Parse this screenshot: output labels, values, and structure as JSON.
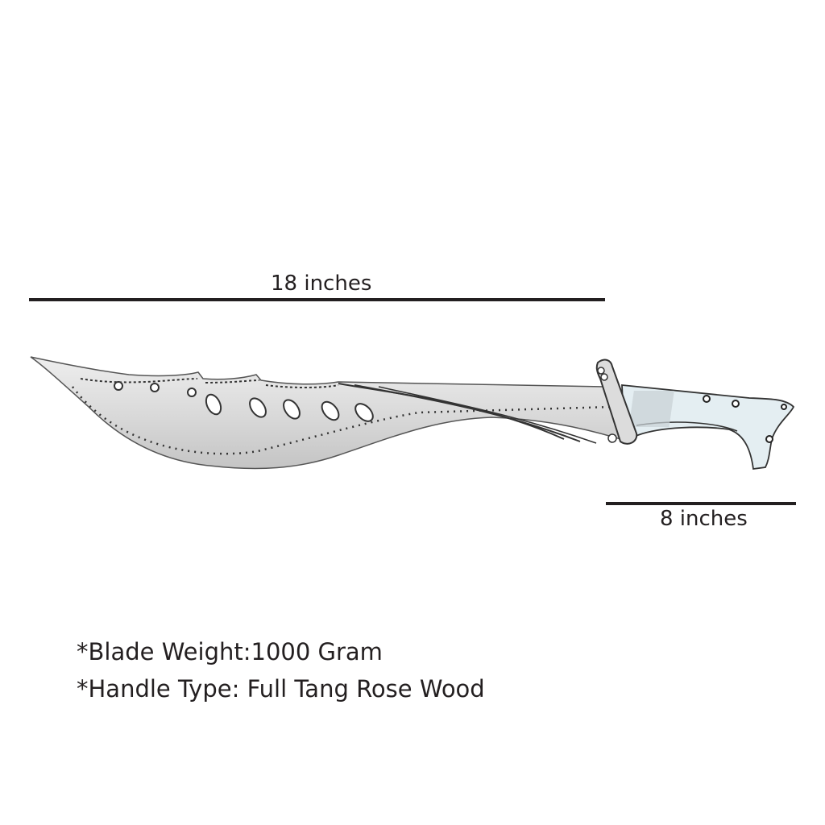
{
  "dimensions": {
    "overall_length": "18 inches",
    "handle_length": "8 inches"
  },
  "specs": [
    "*Blade Weight:1000 Gram",
    "*Handle Type: Full Tang Rose Wood"
  ],
  "colors": {
    "text": "#231f20",
    "blade": "#d9d9d9",
    "handle": "#e4eef2",
    "outline": "#333333"
  }
}
